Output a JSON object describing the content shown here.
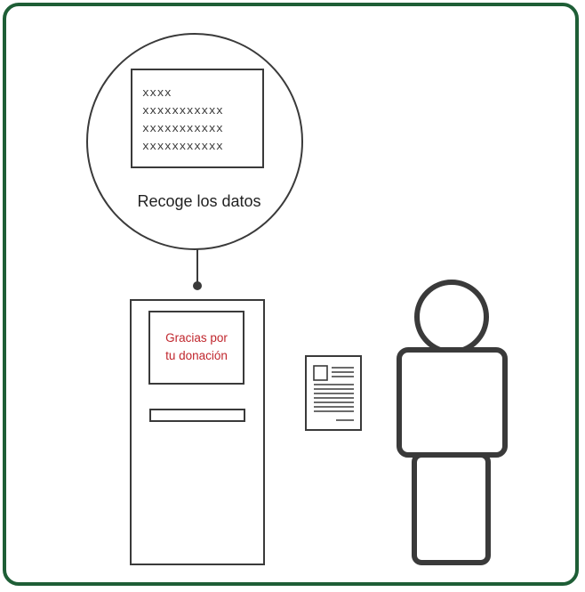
{
  "zoom_callout": {
    "document_lines": [
      "xxxx",
      "xxxxxxxxxxx",
      "xxxxxxxxxxx",
      "xxxxxxxxxxx"
    ],
    "caption": "Recoge los datos"
  },
  "kiosk": {
    "screen_lines": [
      "Gracias por",
      "tu donación"
    ]
  },
  "colors": {
    "frame": "#1e5e36",
    "stroke": "#3a3a3a",
    "screen_text": "#c0262d"
  },
  "icons": [
    "receipt-icon",
    "person-icon"
  ]
}
